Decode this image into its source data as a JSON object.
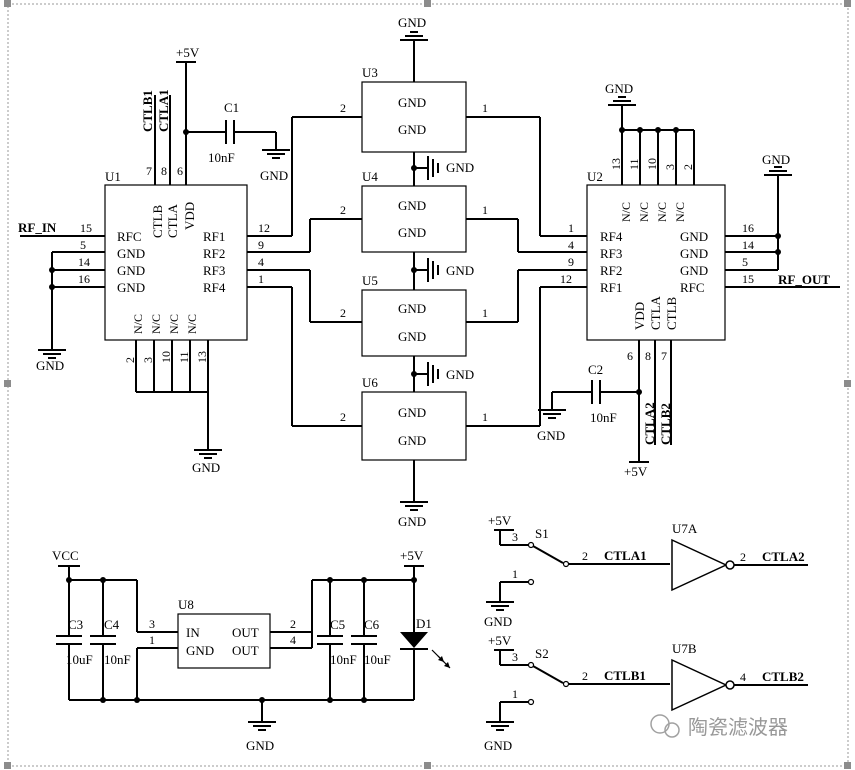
{
  "gnd": "GND",
  "vcc": "VCC",
  "p5v": "+5V",
  "u1": {
    "name": "U1",
    "left": [
      "RFC",
      "GND",
      "GND",
      "GND"
    ],
    "left_pins": [
      "15",
      "5",
      "14",
      "16"
    ],
    "right": [
      "RF1",
      "RF2",
      "RF3",
      "RF4"
    ],
    "right_pins": [
      "12",
      "9",
      "4",
      "1"
    ],
    "top": [
      "CTLB",
      "CTLA",
      "VDD"
    ],
    "top_pins": [
      "7",
      "8",
      "6"
    ],
    "bottom": [
      "N/C",
      "N/C",
      "N/C",
      "N/C"
    ],
    "bottom_pins": [
      "2",
      "3",
      "10",
      "11",
      "13"
    ]
  },
  "u2": {
    "name": "U2",
    "left": [
      "RF4",
      "RF3",
      "RF2",
      "RF1"
    ],
    "left_pins": [
      "1",
      "4",
      "9",
      "12"
    ],
    "right": [
      "GND",
      "GND",
      "GND",
      "RFC"
    ],
    "right_pins": [
      "16",
      "14",
      "5",
      "15"
    ],
    "top": [
      "N/C",
      "N/C",
      "N/C",
      "N/C"
    ],
    "top_pins": [
      "13",
      "11",
      "10",
      "3",
      "2"
    ],
    "bottom": [
      "VDD",
      "CTLA",
      "CTLB"
    ],
    "bottom_pins": [
      "6",
      "8",
      "7"
    ]
  },
  "attenuators": [
    {
      "name": "U3",
      "l1": "GND",
      "l2": "GND",
      "pin_in": "2",
      "pin_out": "1"
    },
    {
      "name": "U4",
      "l1": "GND",
      "l2": "GND",
      "pin_in": "2",
      "pin_out": "1"
    },
    {
      "name": "U5",
      "l1": "GND",
      "l2": "GND",
      "pin_in": "2",
      "pin_out": "1"
    },
    {
      "name": "U6",
      "l1": "GND",
      "l2": "GND",
      "pin_in": "2",
      "pin_out": "1"
    }
  ],
  "nets": {
    "rf_in": "RF_IN",
    "rf_out": "RF_OUT",
    "ctlb1": "CTLB1",
    "ctla1": "CTLA1",
    "ctla2": "CTLA2",
    "ctlb2": "CTLB2"
  },
  "caps": {
    "c1": "C1",
    "c1v": "10nF",
    "c2": "C2",
    "c2v": "10nF",
    "c3": "C3",
    "c3v": "10uF",
    "c4": "C4",
    "c4v": "10nF",
    "c5": "C5",
    "c5v": "10nF",
    "c6": "C6",
    "c6v": "10uF"
  },
  "u8": {
    "name": "U8",
    "in": "IN",
    "gnd": "GND",
    "out1": "OUT",
    "out2": "OUT",
    "p3": "3",
    "p1": "1",
    "p2": "2",
    "p4": "4"
  },
  "led": {
    "name": "D1"
  },
  "switches": [
    {
      "name": "S1",
      "p3": "3",
      "p2": "2",
      "p1": "1",
      "net": "CTLA1"
    },
    {
      "name": "S2",
      "p3": "3",
      "p2": "2",
      "p1": "1",
      "net": "CTLB1"
    }
  ],
  "inverters": [
    {
      "name": "U7A",
      "pin_out": "2",
      "net": "CTLA2"
    },
    {
      "name": "U7B",
      "pin_out": "4",
      "net": "CTLB2"
    }
  ],
  "watermark": "陶瓷滤波器"
}
